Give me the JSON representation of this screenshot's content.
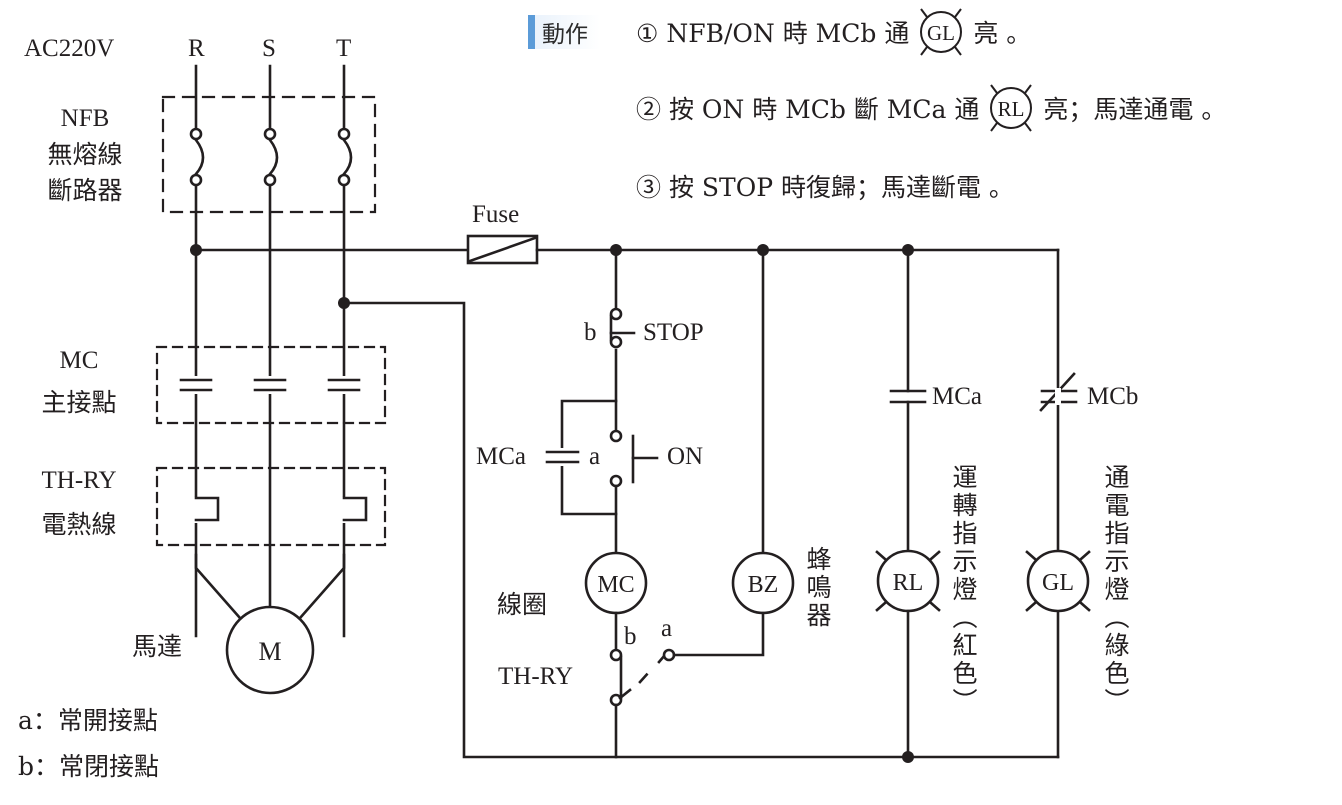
{
  "colors": {
    "ink": "#231f20",
    "accent": "#5b9bd8",
    "background": "#ffffff"
  },
  "power": {
    "supply_label": "AC220V",
    "phases": [
      "R",
      "S",
      "T"
    ]
  },
  "components": {
    "nfb": {
      "label": "NFB",
      "name_line1": "無熔線",
      "name_line2": "斷路器"
    },
    "mc_main": {
      "label": "MC",
      "name": "主接點"
    },
    "thry_heater": {
      "label": "TH-RY",
      "name": "電熱線"
    },
    "motor": {
      "symbol": "M",
      "name": "馬達"
    },
    "fuse": {
      "label": "Fuse"
    },
    "stop_button": {
      "contact_type": "b",
      "label": "STOP"
    },
    "on_button": {
      "contact_type": "a",
      "label": "ON"
    },
    "self_hold_contact": {
      "label": "MCa"
    },
    "coil": {
      "symbol": "MC",
      "name": "線圈"
    },
    "thry_contact": {
      "label": "TH-RY",
      "contact_b": "b",
      "contact_a": "a"
    },
    "buzzer": {
      "symbol": "BZ",
      "name": "蜂鳴器"
    },
    "run_lamp": {
      "contact_label": "MCa",
      "symbol": "RL",
      "name": "運轉指示燈（紅色）"
    },
    "power_lamp": {
      "contact_label": "MCb",
      "symbol": "GL",
      "name": "通電指示燈（綠色）"
    }
  },
  "legend": {
    "a": "a：常開接點",
    "b": "b：常閉接點"
  },
  "operation": {
    "tab_label": "動作",
    "steps": [
      {
        "prefix": "① NFB/ON 時 MCb 通",
        "lamp": "GL",
        "suffix": "亮 。"
      },
      {
        "prefix": "② 按 ON 時 MCb 斷 MCa 通",
        "lamp": "RL",
        "suffix": "亮；馬達通電 。"
      },
      {
        "prefix": "③ 按 STOP 時復歸；馬達斷電 。",
        "lamp": "",
        "suffix": ""
      }
    ]
  }
}
